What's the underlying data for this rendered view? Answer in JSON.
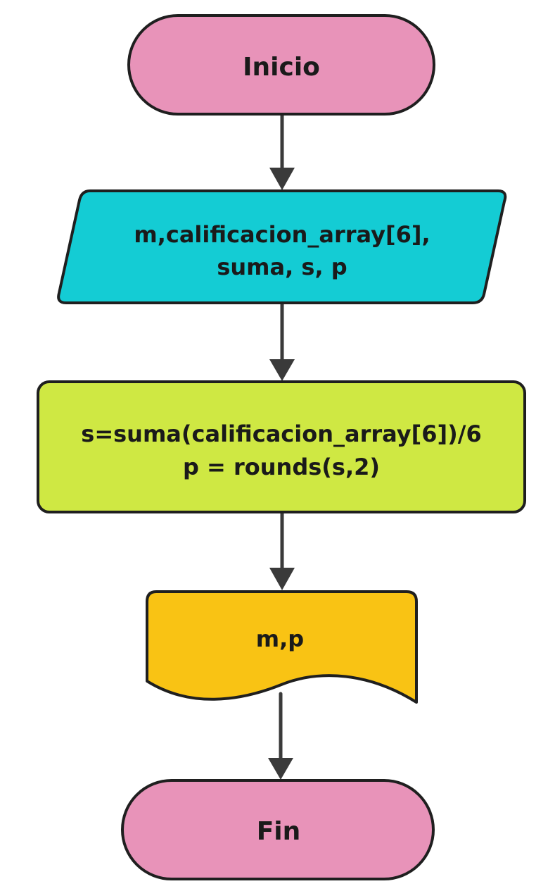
{
  "colors": {
    "terminal": "#e893b9",
    "input": "#14ccd4",
    "process": "#cfe843",
    "output": "#f9c314",
    "stroke": "#1f1f1f",
    "arrow": "#3a3a3a"
  },
  "nodes": {
    "start": {
      "label": "Inicio"
    },
    "input": {
      "lines": [
        "m,calificacion_array[6],",
        "suma, s, p"
      ]
    },
    "process": {
      "lines": [
        "s=suma(calificacion_array[6])/6",
        "p = rounds(s,2)"
      ]
    },
    "output": {
      "label": "m,p"
    },
    "end": {
      "label": "Fin"
    }
  }
}
